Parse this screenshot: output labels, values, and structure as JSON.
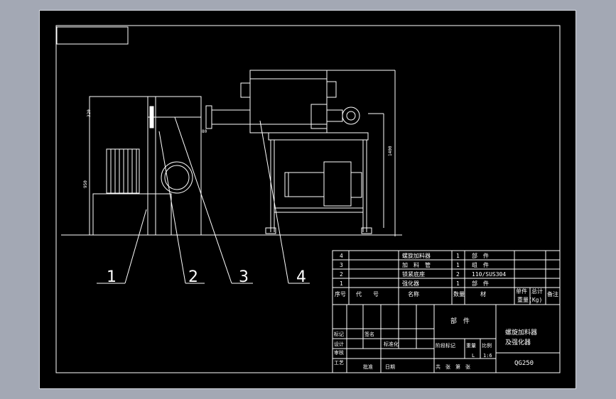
{
  "drawing": {
    "callouts": [
      "1",
      "2",
      "3",
      "4"
    ],
    "dimensions": {
      "top_height": "320",
      "body_height": "950",
      "offset": "80",
      "frame_height": "1400"
    }
  },
  "parts_list": {
    "rows": [
      {
        "no": "4",
        "name": "螺旋加料器",
        "qty": "1",
        "material": "部　件"
      },
      {
        "no": "3",
        "name": "加　料　管",
        "qty": "1",
        "material": "组　件"
      },
      {
        "no": "2",
        "name": "锁紧底座",
        "qty": "2",
        "material": "110/SUS304"
      },
      {
        "no": "1",
        "name": "强化器",
        "qty": "1",
        "material": "部　件"
      }
    ],
    "header": {
      "seq": "序号",
      "code": "代　　号",
      "name": "名称",
      "qty": "数量",
      "material": "材",
      "unit_weight": "单件",
      "total_weight": "总计",
      "weight_unit": "重量(Kg)",
      "remark": "备注"
    }
  },
  "title_block": {
    "part_label": "部　件",
    "title_line1": "螺旋加料器",
    "title_line2": "及强化器",
    "drawing_code": "QG250",
    "scale": "1:6",
    "quantity_mark": "L",
    "labels": {
      "mark": "标记",
      "design": "设计",
      "check": "审核",
      "process": "工艺",
      "stage_mark": "阶段标记",
      "weight": "重量",
      "ratio": "比例",
      "sheets": "共　张　第　张",
      "sign": "签名",
      "date": "日期",
      "std": "标准化",
      "approve": "批准"
    }
  }
}
